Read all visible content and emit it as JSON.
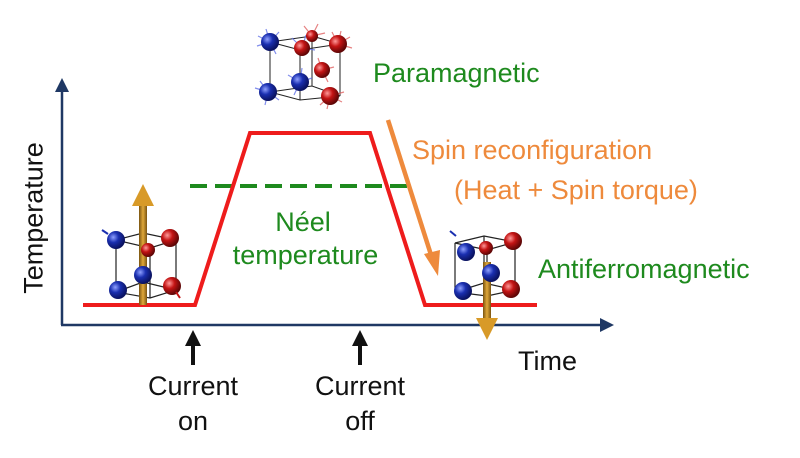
{
  "labels": {
    "paramagnetic": "Paramagnetic",
    "spin_reconfiguration_line1": "Spin reconfiguration",
    "spin_reconfiguration_line2": "(Heat + Spin torque)",
    "neel_line1": "Néel",
    "neel_line2": "temperature",
    "antiferromagnetic": "Antiferromagnetic",
    "y_axis": "Temperature",
    "x_axis": "Time",
    "current_on_line1": "Current",
    "current_on_line2": "on",
    "current_off_line1": "Current",
    "current_off_line2": "off"
  },
  "colors": {
    "temperature_curve": "#ee1c1c",
    "neel_line": "#1e8a1e",
    "spin_arrow": "#ee8a3c",
    "axis": "#1f3864",
    "atom_blue": "#1a2fb0",
    "atom_red": "#c41414",
    "spin_vector": "#c8901e"
  }
}
